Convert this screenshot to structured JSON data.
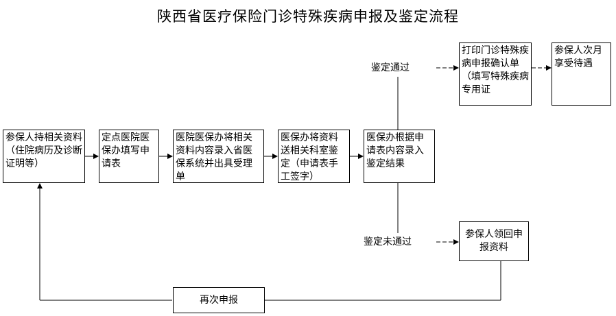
{
  "title": "陕西省医疗保险门诊特殊疾病申报及鉴定流程",
  "nodes": {
    "apply": "参保人持相关资料（住院病历及诊断证明等）",
    "hospital_form": "定点医院医保办填写申请表",
    "hospital_record": "医院医保办将相关资料内容录入省医保系统并出具受理单",
    "insurance_send": "医保办将资料送相关科室鉴定（申请表手工签字）",
    "insurance_result": "医保办根据申请表内容录入鉴定结果",
    "print_confirm": "打印门诊特殊疾病申报确认单（填写特殊疾病专用证",
    "enjoy_benefit": "参保人次月享受待遇",
    "collect_materials": "参保人领回申报资料",
    "reapply": "再次申报"
  },
  "labels": {
    "passed": "鉴定通过",
    "not_passed": "鉴定未通过"
  }
}
